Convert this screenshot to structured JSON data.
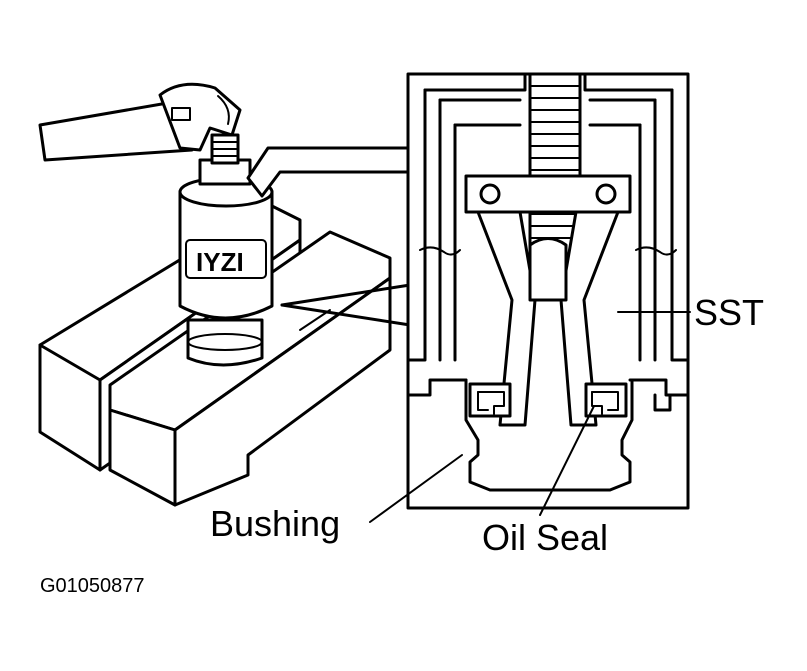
{
  "labels": {
    "sst": "SST",
    "bushing": "Bushing",
    "oil_seal": "Oil Seal"
  },
  "figure_code": "G01050877",
  "colors": {
    "ink": "#000000",
    "paper": "#ffffff"
  }
}
